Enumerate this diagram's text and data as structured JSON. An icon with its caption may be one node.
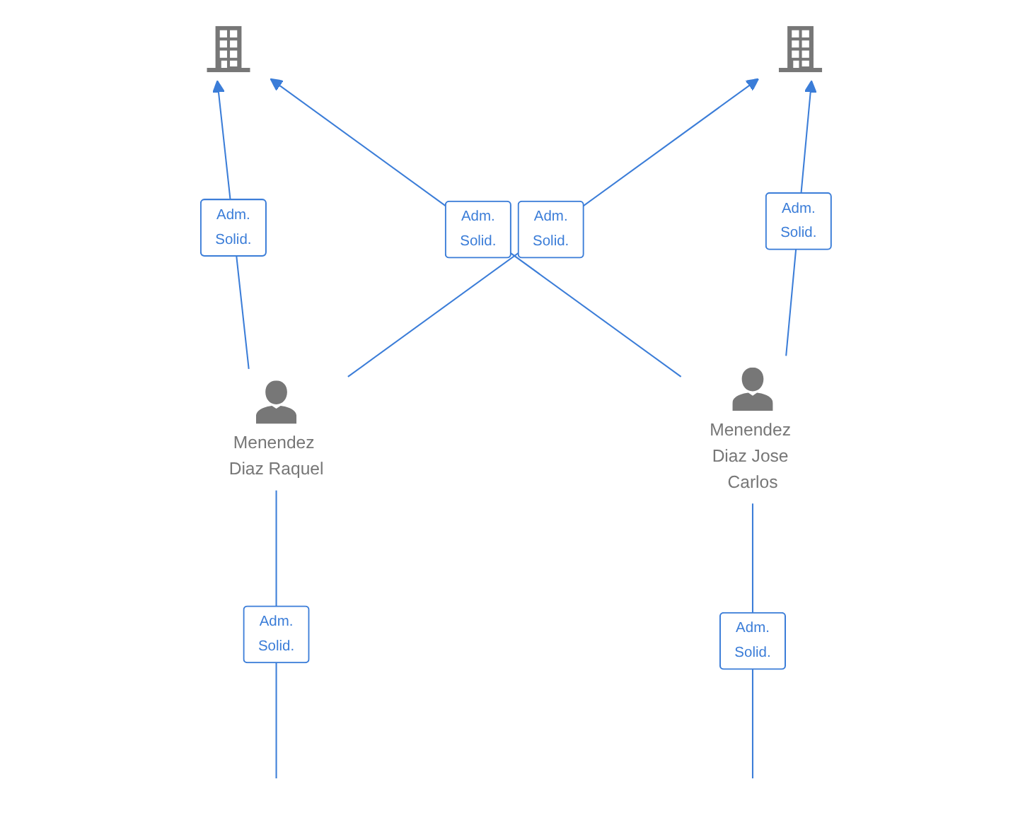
{
  "diagram": {
    "nodes": [
      {
        "text": [],
        "shape": "picture"
      },
      {
        "text": [],
        "shape": "picture"
      },
      {
        "text": [
          "Menendez Diaz Raquel"
        ]
      },
      {
        "text": [
          "Menendez Diaz Jose Carlos"
        ]
      }
    ],
    "edges": [
      {
        "from": 2,
        "to": 0,
        "arrow": "to",
        "label": "Adm. Solid."
      },
      {
        "from": 2,
        "to": 1,
        "arrow": "to",
        "label": "Adm. Solid."
      },
      {
        "from": 3,
        "to": 0,
        "arrow": "to",
        "label": "Adm. Solid."
      },
      {
        "from": 3,
        "to": 1,
        "arrow": "to",
        "label": "Adm. Solid."
      },
      {
        "from": 2,
        "to": null,
        "arrow": "none",
        "label": "Adm. Solid."
      },
      {
        "from": 3,
        "to": null,
        "arrow": "none",
        "label": "Adm. Solid."
      }
    ]
  }
}
